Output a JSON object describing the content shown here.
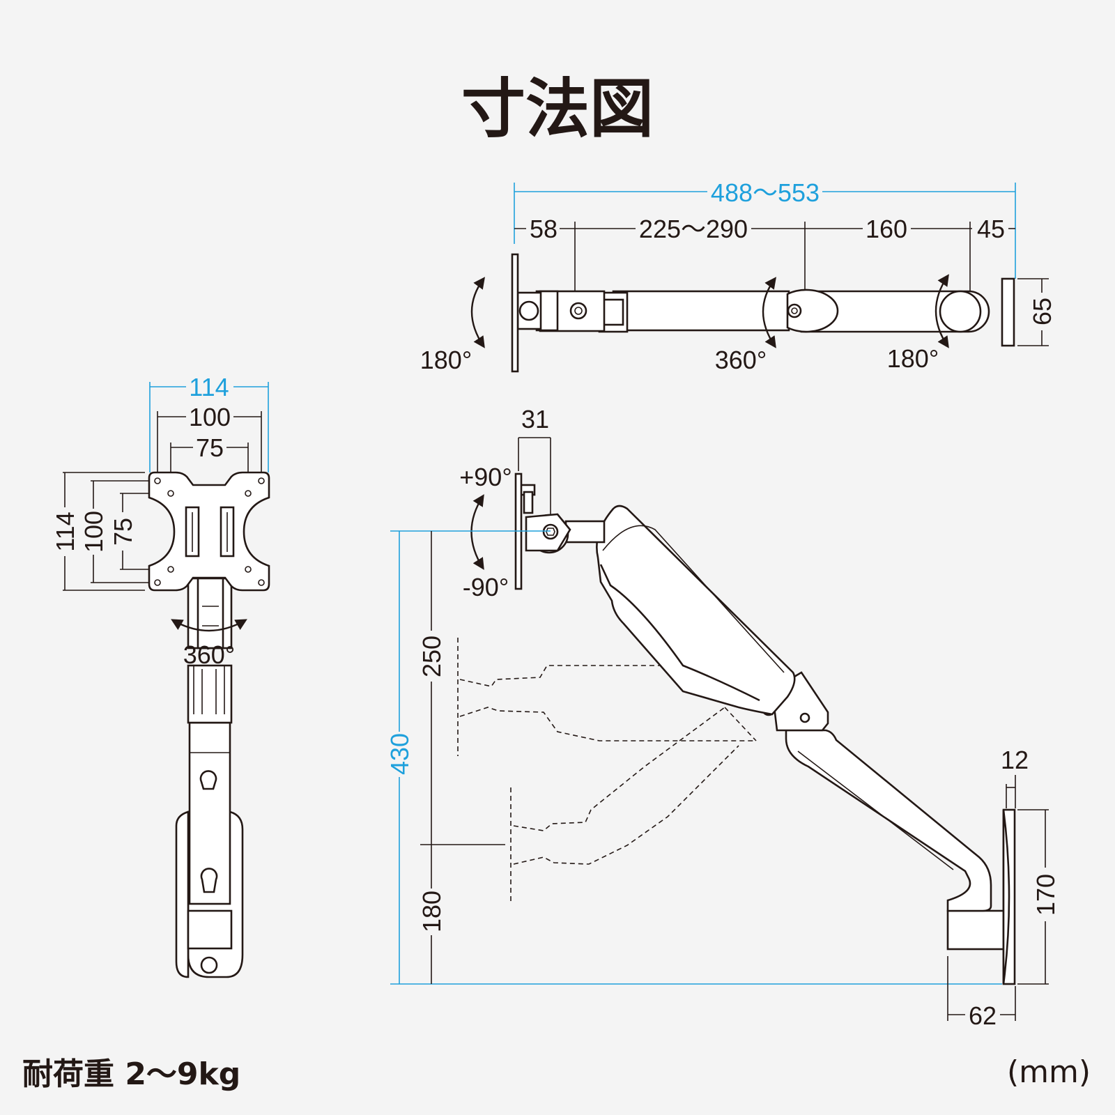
{
  "title": "寸法図",
  "load_capacity": "耐荷重 2〜9kg",
  "unit": "(mm)",
  "top_view": {
    "total_length": "488〜553",
    "seg_1": "58",
    "seg_2": "225〜290",
    "seg_3": "160",
    "seg_4": "45",
    "base_height": "65",
    "angle_head": "180°",
    "angle_middle": "360°",
    "angle_base": "180°"
  },
  "front_view": {
    "outer_width": "114",
    "vesa_100": "100",
    "vesa_75": "75",
    "outer_height": "114",
    "vesa_100_v": "100",
    "vesa_75_v": "75",
    "rotation": "360°"
  },
  "side_view": {
    "head_depth": "31",
    "tilt_up": "+90°",
    "tilt_down": "-90°",
    "total_height": "430",
    "height_upper": "250",
    "height_lower": "180",
    "plate_thickness": "12",
    "base_height": "170",
    "base_depth": "62"
  },
  "colors": {
    "ink": "#231815",
    "accent": "#1ea0dc",
    "background": "#f4f4f4"
  }
}
